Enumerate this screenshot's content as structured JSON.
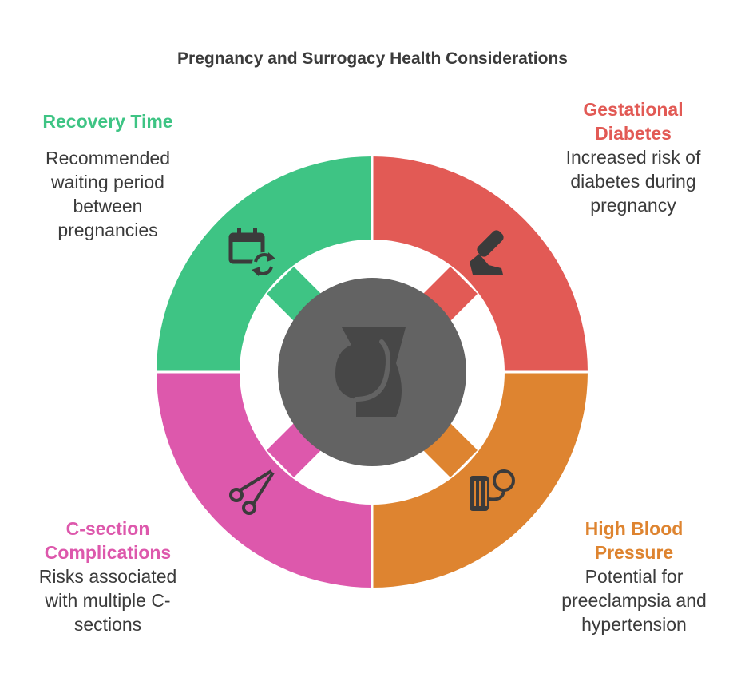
{
  "title": "Pregnancy and Surrogacy Health Considerations",
  "colors": {
    "recovery": "#3ec484",
    "diabetes": "#e25a55",
    "blood_pressure": "#de8430",
    "csection": "#dd58ac",
    "center": "#636363",
    "text": "#3b3b3b"
  },
  "segments": {
    "recovery": {
      "heading": "Recovery Time",
      "desc_lines": [
        "Recommended",
        "waiting period",
        "between",
        "pregnancies"
      ],
      "icon": "calendar-sync-icon"
    },
    "diabetes": {
      "heading_lines": [
        "Gestational",
        "Diabetes"
      ],
      "desc_lines": [
        "Increased risk of",
        "diabetes during",
        "pregnancy"
      ],
      "icon": "glucose-meter-icon"
    },
    "blood_pressure": {
      "heading_lines": [
        "High Blood",
        "Pressure"
      ],
      "desc_lines": [
        "Potential for",
        "preeclampsia and",
        "hypertension"
      ],
      "icon": "blood-pressure-cuff-icon"
    },
    "csection": {
      "heading_lines": [
        "C-section",
        "Complications"
      ],
      "desc_lines": [
        "Risks associated",
        "with multiple C-",
        "sections"
      ],
      "icon": "scissors-icon"
    }
  },
  "center_icon": "pregnant-belly-icon"
}
